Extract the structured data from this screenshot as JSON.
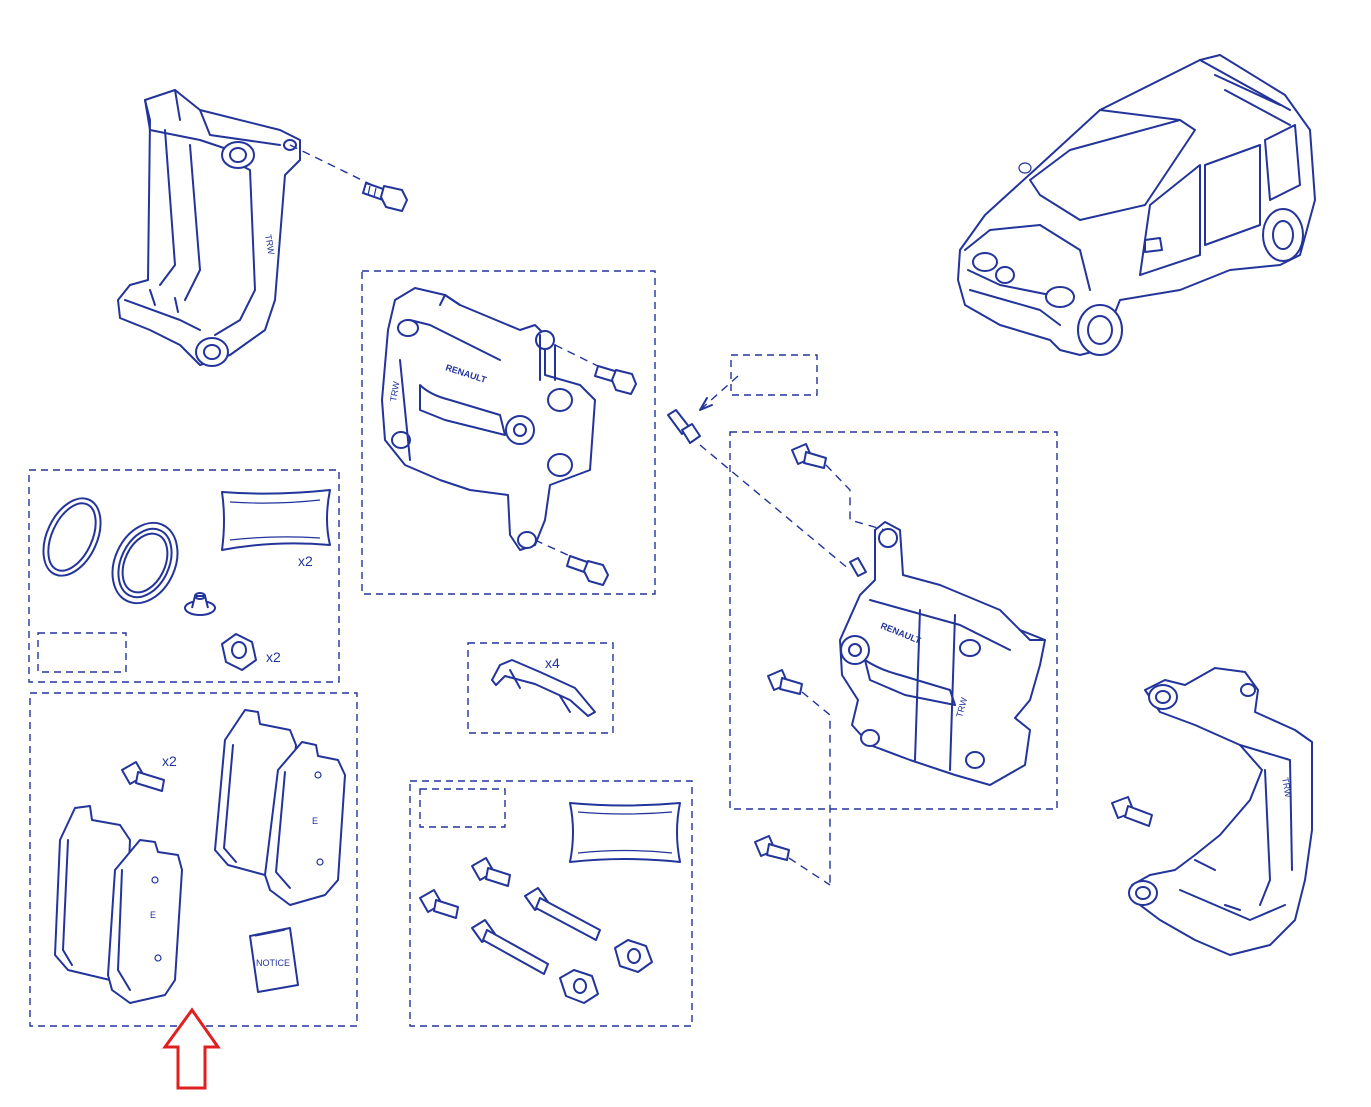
{
  "qty_labels": {
    "seal_kit_pads": "x2",
    "seal_kit_bushings": "x2",
    "pads_bolts": "x2",
    "springs": "x4"
  },
  "notice_label": "NOTICE",
  "brand_text": "RENAULT",
  "caliper_marking": "TRW",
  "highlight": {
    "arrow_color": "#e02020",
    "target": "brake pads kit"
  },
  "colors": {
    "ink": "#23349a",
    "background": "#ffffff"
  }
}
